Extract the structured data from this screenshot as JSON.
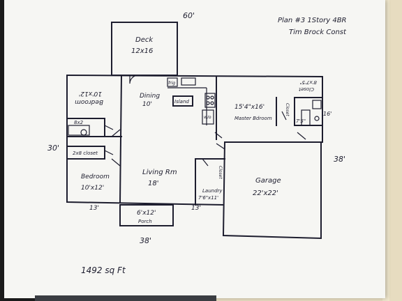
{
  "header": {
    "plan_title": "Plan #3 1Story 4BR",
    "company": "Tim Brock Const"
  },
  "dimensions": {
    "top_width": "60'",
    "left_depth": "30'",
    "right_depth": "38'",
    "bottom_width": "38'",
    "bottom_left": "13'",
    "bottom_mid": "13'",
    "right_small": "16'"
  },
  "rooms": {
    "deck": {
      "name": "Deck",
      "size": "12x16"
    },
    "bedroom_top": {
      "name": "Bedroom",
      "size": "10'x12'"
    },
    "closet_left_top": {
      "name": "8x2"
    },
    "closet_left_bottom": {
      "name": "2x8 closet"
    },
    "dining": {
      "name": "Dining",
      "size": "10'"
    },
    "island": {
      "name": "Island"
    },
    "fridge": {
      "name": "frig"
    },
    "range": {
      "name": "w/o"
    },
    "master": {
      "name": "15'4\"x16'",
      "sub": "Master Bdroom"
    },
    "master_closet_top": {
      "name": "Closet",
      "size": "8'x7'5\""
    },
    "master_closet_side": {
      "name": "Closet"
    },
    "master_bath_closet": {
      "name": "7'5\""
    },
    "bedroom_bottom": {
      "name": "Bedroom",
      "size": "10'x12'"
    },
    "living": {
      "name": "Living Rm",
      "size": "18'"
    },
    "laundry": {
      "name": "Laundry",
      "size": "7'6\"x11'"
    },
    "laundry_closet": {
      "name": "Closet"
    },
    "garage": {
      "name": "Garage",
      "size": "22'x22'"
    },
    "porch": {
      "name": "6'x12'",
      "sub": "Porch"
    }
  },
  "footer": {
    "area": "1492 sq Ft"
  }
}
